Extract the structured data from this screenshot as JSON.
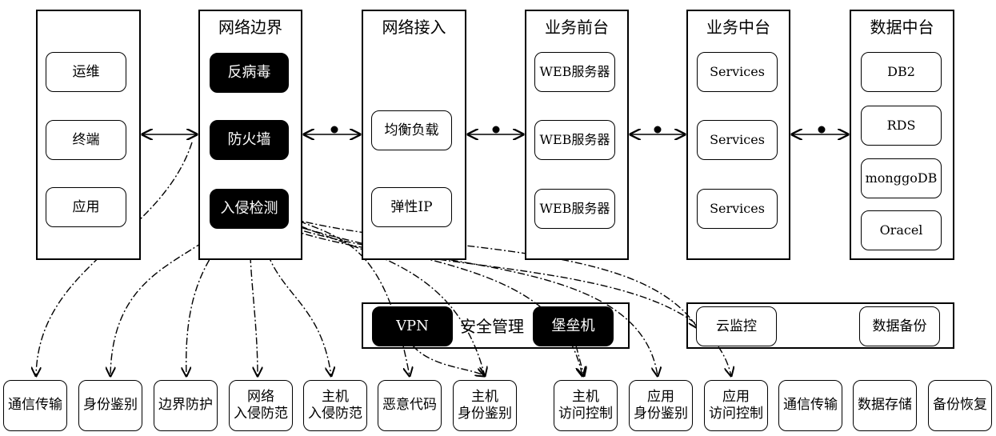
{
  "columns": {
    "client": {
      "items": [
        "运维",
        "终端",
        "应用"
      ]
    },
    "border": {
      "title": "网络边界",
      "items": [
        "反病毒",
        "防火墙",
        "入侵检测"
      ]
    },
    "access": {
      "title": "网络接入",
      "items": [
        "均衡负载",
        "弹性IP"
      ]
    },
    "front": {
      "title": "业务前台",
      "items": [
        "WEB服务器",
        "WEB服务器",
        "WEB服务器"
      ]
    },
    "middle": {
      "title": "业务中台",
      "items": [
        "Services",
        "Services",
        "Services"
      ]
    },
    "data": {
      "title": "数据中台",
      "items": [
        "DB2",
        "RDS",
        "monggoDB",
        "Oracel"
      ]
    }
  },
  "security_management": {
    "label": "安全管理",
    "items": [
      "VPN",
      "堡垒机"
    ]
  },
  "cloud_panel": {
    "items": [
      "云监控",
      "数据备份"
    ]
  },
  "bottom_items": [
    "通信传输",
    "身份鉴别",
    "边界防护",
    "网络\n入侵防范",
    "主机\n入侵防范",
    "恶意代码",
    "主机\n身份鉴别",
    "主机\n访问控制",
    "应用\n身份鉴别",
    "应用\n访问控制",
    "通信传输",
    "数据存储",
    "备份恢复"
  ]
}
